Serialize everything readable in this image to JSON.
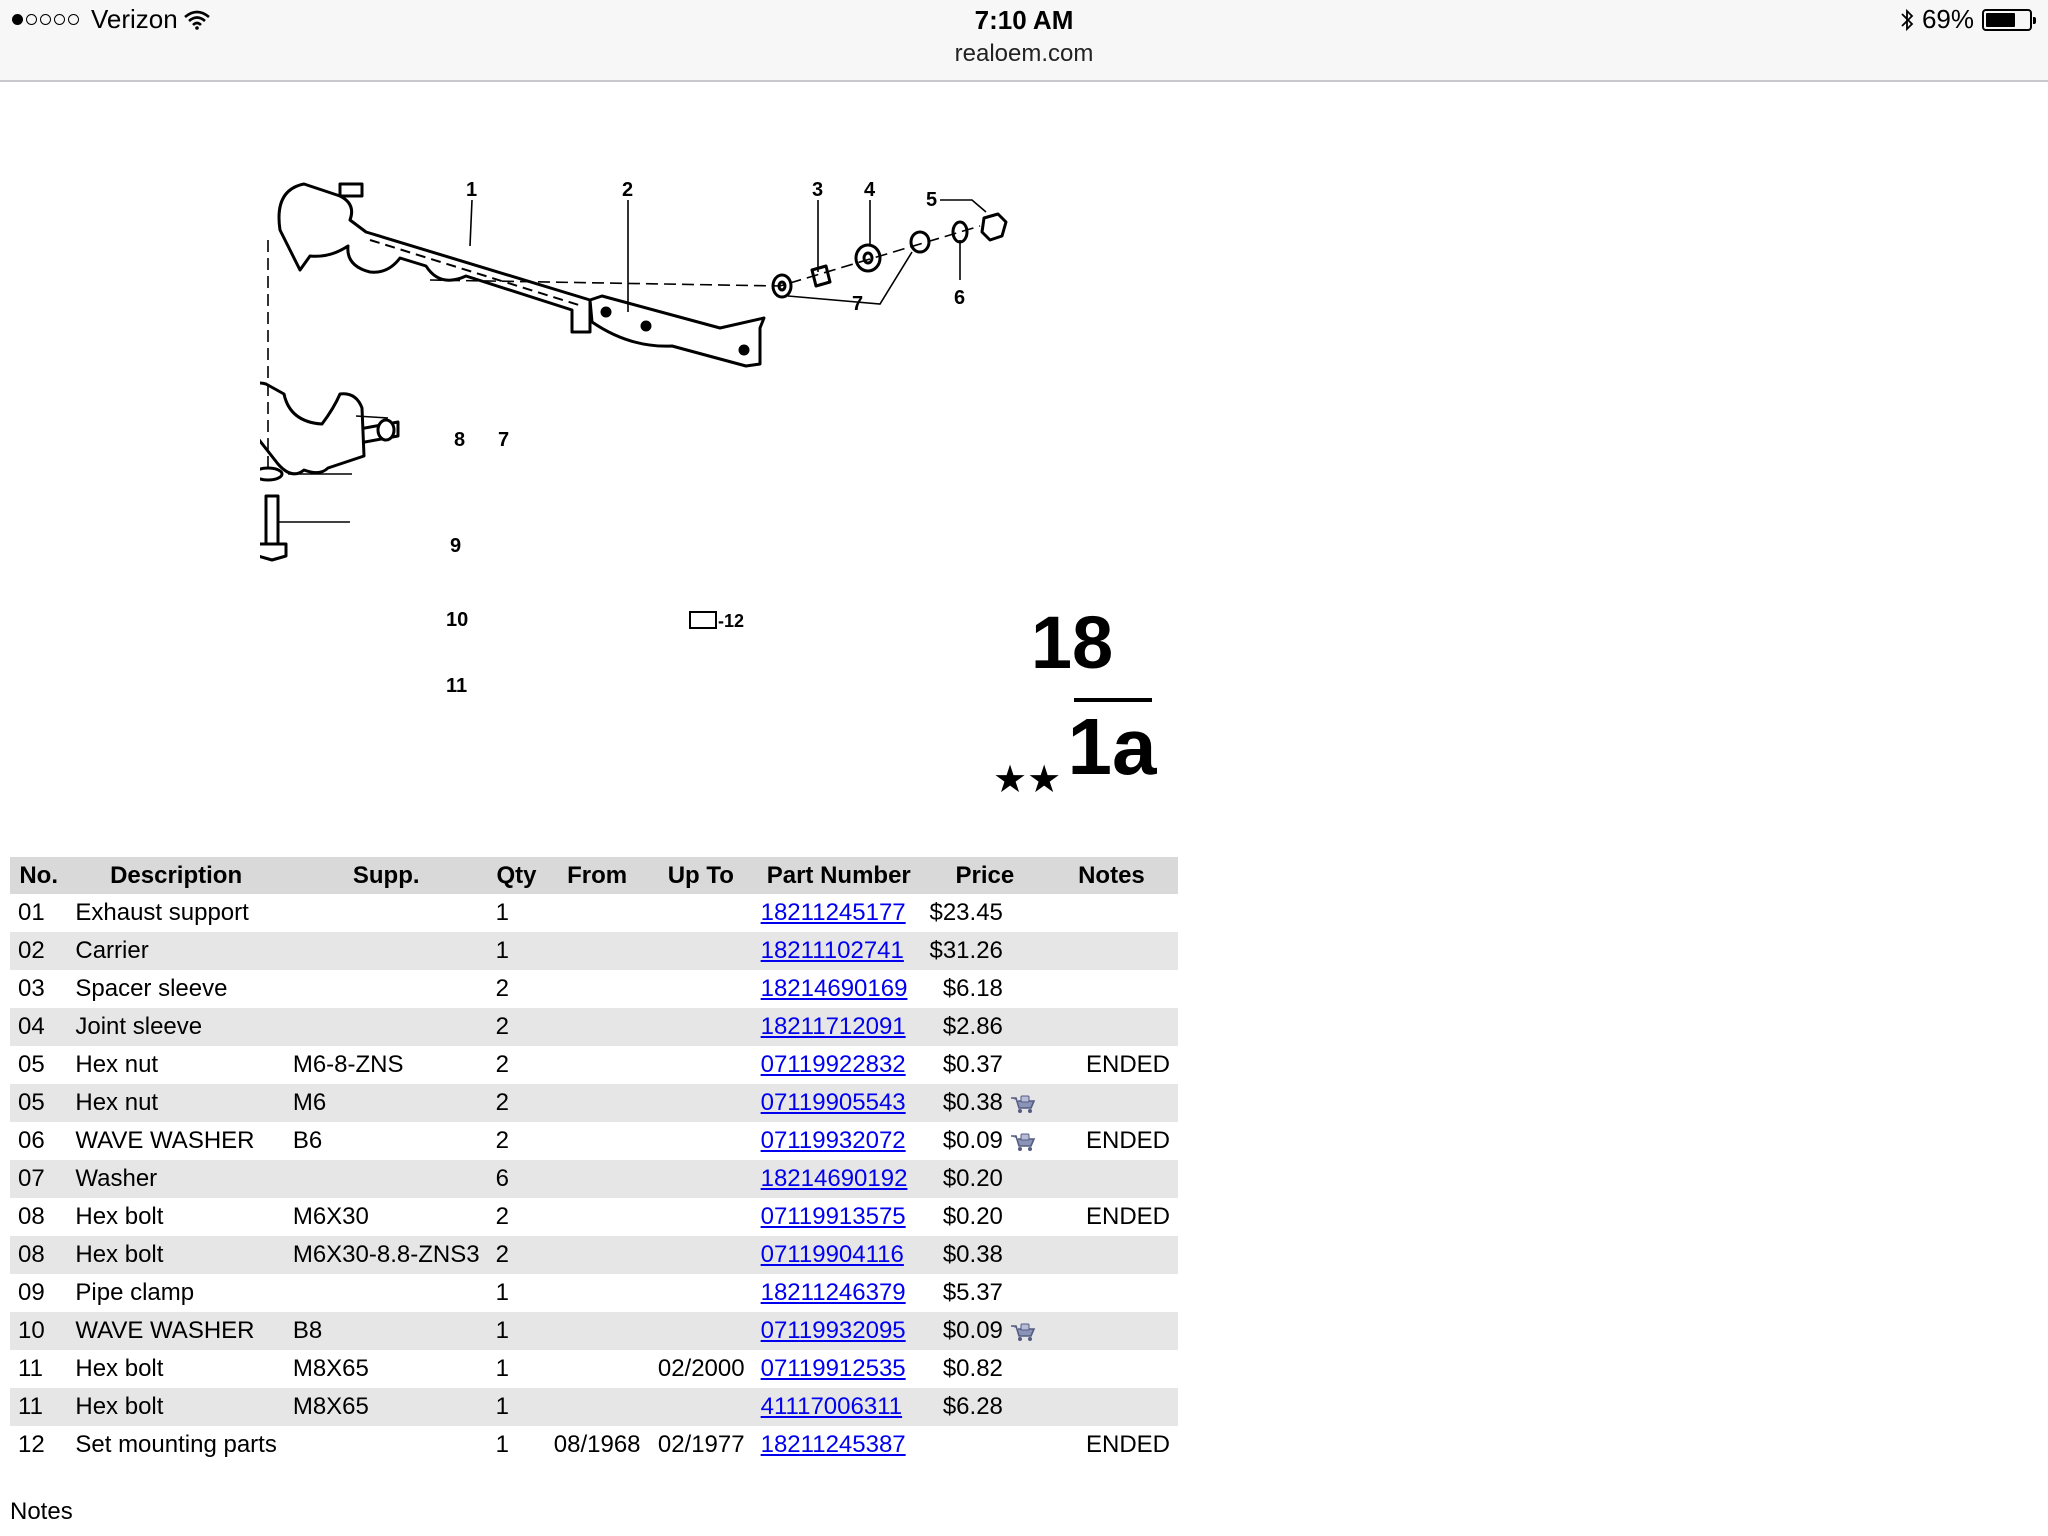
{
  "status_bar": {
    "carrier": "Verizon",
    "time": "7:10 AM",
    "url": "realoem.com",
    "battery": "69%",
    "battery_level": 0.69
  },
  "diagram": {
    "callouts": [
      "1",
      "2",
      "3",
      "4",
      "5",
      "6",
      "7",
      "7",
      "8",
      "9",
      "10",
      "11"
    ],
    "rs_label": "-12",
    "group_top": "18",
    "group_bottom": "1a",
    "stars": "★★"
  },
  "table": {
    "headers": [
      "No.",
      "Description",
      "Supp.",
      "Qty",
      "From",
      "Up To",
      "Part Number",
      "Price",
      "Notes"
    ],
    "rows": [
      {
        "no": "01",
        "desc": "Exhaust support",
        "supp": "",
        "qty": "1",
        "from": "",
        "upto": "",
        "pn": "18211245177",
        "price": "$23.45",
        "icon": false,
        "notes": ""
      },
      {
        "no": "02",
        "desc": "Carrier",
        "supp": "",
        "qty": "1",
        "from": "",
        "upto": "",
        "pn": "18211102741",
        "price": "$31.26",
        "icon": false,
        "notes": ""
      },
      {
        "no": "03",
        "desc": "Spacer sleeve",
        "supp": "",
        "qty": "2",
        "from": "",
        "upto": "",
        "pn": "18214690169",
        "price": "$6.18",
        "icon": false,
        "notes": ""
      },
      {
        "no": "04",
        "desc": "Joint sleeve",
        "supp": "",
        "qty": "2",
        "from": "",
        "upto": "",
        "pn": "18211712091",
        "price": "$2.86",
        "icon": false,
        "notes": ""
      },
      {
        "no": "05",
        "desc": "Hex nut",
        "supp": "M6-8-ZNS",
        "qty": "2",
        "from": "",
        "upto": "",
        "pn": "07119922832",
        "price": "$0.37",
        "icon": false,
        "notes": "ENDED"
      },
      {
        "no": "05",
        "desc": "Hex nut",
        "supp": "M6",
        "qty": "2",
        "from": "",
        "upto": "",
        "pn": "07119905543",
        "price": "$0.38",
        "icon": true,
        "notes": ""
      },
      {
        "no": "06",
        "desc": "WAVE WASHER",
        "supp": "B6",
        "qty": "2",
        "from": "",
        "upto": "",
        "pn": "07119932072",
        "price": "$0.09",
        "icon": true,
        "notes": "ENDED"
      },
      {
        "no": "07",
        "desc": "Washer",
        "supp": "",
        "qty": "6",
        "from": "",
        "upto": "",
        "pn": "18214690192",
        "price": "$0.20",
        "icon": false,
        "notes": ""
      },
      {
        "no": "08",
        "desc": "Hex bolt",
        "supp": "M6X30",
        "qty": "2",
        "from": "",
        "upto": "",
        "pn": "07119913575",
        "price": "$0.20",
        "icon": false,
        "notes": "ENDED"
      },
      {
        "no": "08",
        "desc": "Hex bolt",
        "supp": "M6X30-8.8-ZNS3",
        "qty": "2",
        "from": "",
        "upto": "",
        "pn": "07119904116",
        "price": "$0.38",
        "icon": false,
        "notes": ""
      },
      {
        "no": "09",
        "desc": "Pipe clamp",
        "supp": "",
        "qty": "1",
        "from": "",
        "upto": "",
        "pn": "18211246379",
        "price": "$5.37",
        "icon": false,
        "notes": ""
      },
      {
        "no": "10",
        "desc": "WAVE WASHER",
        "supp": "B8",
        "qty": "1",
        "from": "",
        "upto": "",
        "pn": "07119932095",
        "price": "$0.09",
        "icon": true,
        "notes": ""
      },
      {
        "no": "11",
        "desc": "Hex bolt",
        "supp": "M8X65",
        "qty": "1",
        "from": "",
        "upto": "02/2000",
        "pn": "07119912535",
        "price": "$0.82",
        "icon": false,
        "notes": ""
      },
      {
        "no": "11",
        "desc": "Hex bolt",
        "supp": "M8X65",
        "qty": "1",
        "from": "",
        "upto": "",
        "pn": "41117006311",
        "price": "$6.28",
        "icon": false,
        "notes": ""
      },
      {
        "no": "12",
        "desc": "Set mounting parts",
        "supp": "",
        "qty": "1",
        "from": "08/1968",
        "upto": "02/1977",
        "pn": "18211245387",
        "price": "",
        "icon": false,
        "notes": "ENDED"
      }
    ]
  },
  "notes_heading": "Notes",
  "icons": {
    "signal": "signal-dots-icon",
    "wifi": "wifi-icon",
    "bluetooth": "bluetooth-icon",
    "battery": "battery-icon",
    "cart": "cart-icon"
  }
}
